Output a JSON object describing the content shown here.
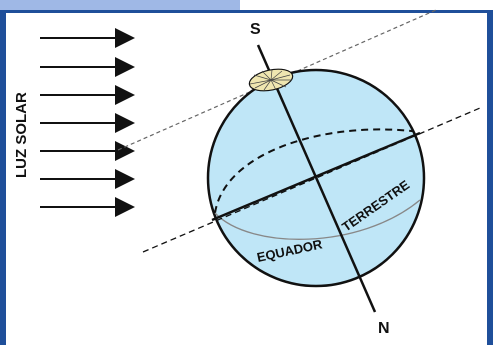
{
  "labels": {
    "sunlight": "LUZ SOLAR",
    "south": "S",
    "north": "N",
    "equator_a": "EQUADOR",
    "equator_b": "TERRESTRE"
  },
  "colors": {
    "frame": "#1f4f9a",
    "frame_top": "#9fb8e6",
    "globe": "#bfe6f7",
    "ink": "#111111",
    "polar_spot": "#efe6b0"
  }
}
